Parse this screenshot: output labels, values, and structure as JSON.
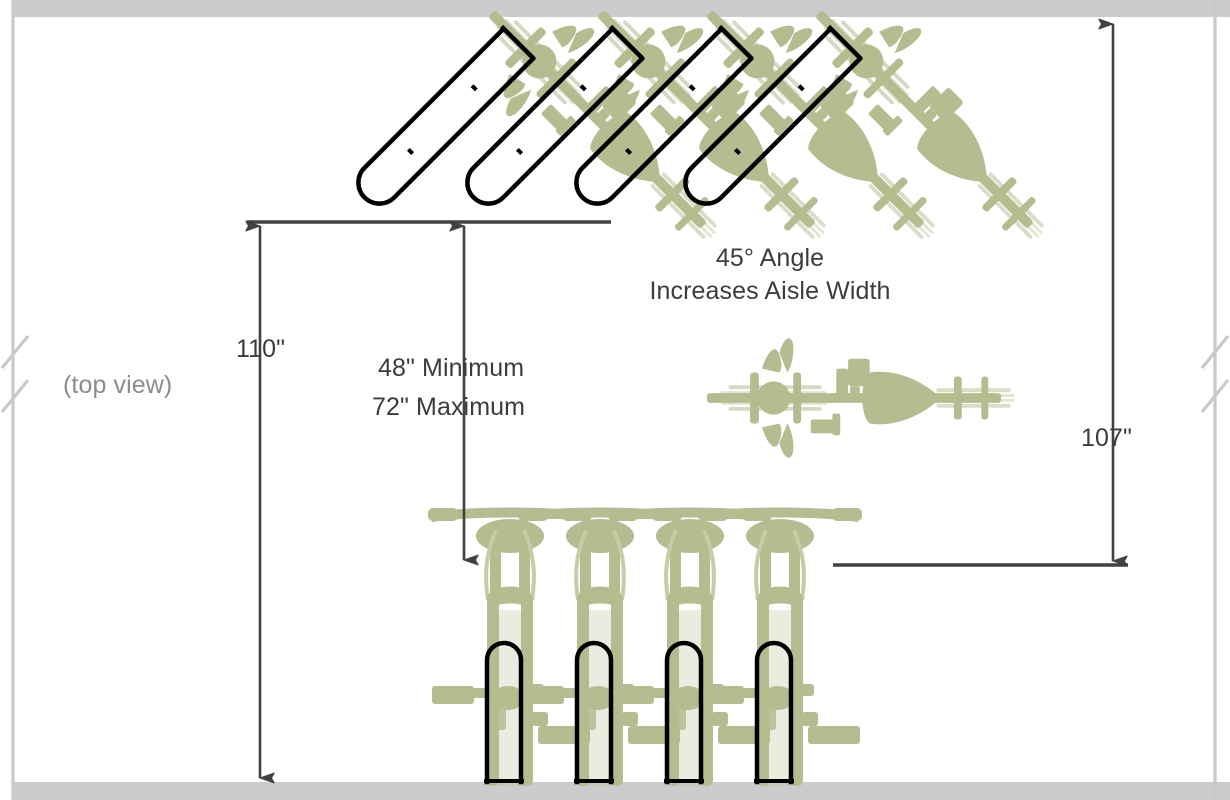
{
  "diagram": {
    "title_hidden": "Bicycle rack angled parking layout - top view",
    "view_label": "(top view)",
    "labels": {
      "depth_total": "110\"",
      "aisle_min": "48\" Minimum",
      "aisle_max": "72\" Maximum",
      "angle_note_line1": "45° Angle",
      "angle_note_line2": "Increases Aisle Width",
      "depth_right": "107\""
    },
    "colors": {
      "bike": "#b5bc8f",
      "bike_light": "#c6cba8",
      "rack_outline": "#000000",
      "dimension_line": "#414141",
      "wall_band": "#cccccc",
      "break_line": "#c9c9c9",
      "text": "#3c3c3c",
      "text_muted": "#8c8c8c",
      "background": "#ffffff"
    },
    "elements": {
      "angled_row_label": "four bicycles at 45 degrees in racks",
      "angled_bike_count": 4,
      "vertical_bike_count": 4,
      "single_bike_label": "single bicycle top view",
      "wall_top_label": "upper wall",
      "wall_bottom_label": "lower wall"
    }
  }
}
